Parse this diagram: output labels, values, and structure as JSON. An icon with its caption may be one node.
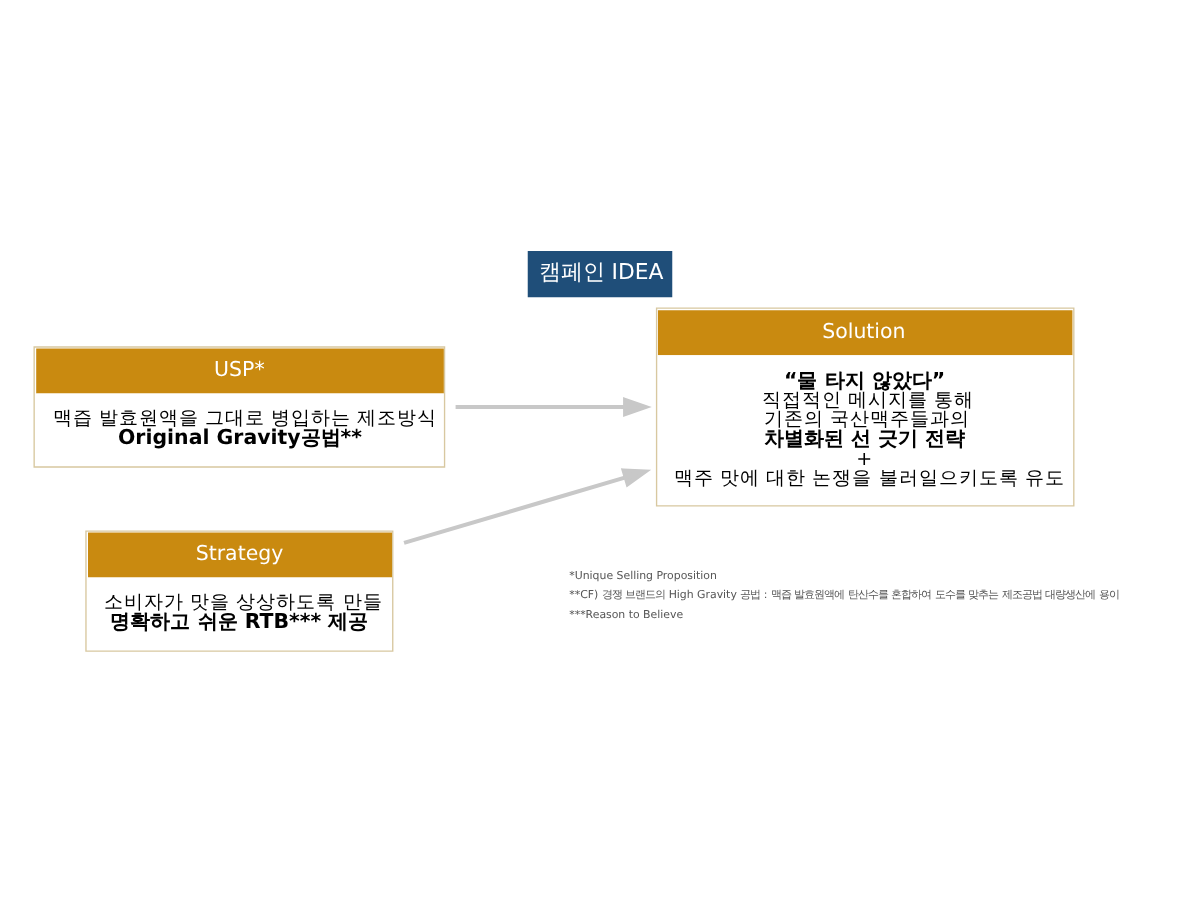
{
  "diagram": {
    "title": "캠페인 IDEA",
    "nodes": [
      {
        "text": [
          "USP*",
          "맥즙 발효원액을 그대로 병입하는 제조방식",
          "Original Gravity공법**"
        ]
      },
      {
        "text": [
          "Strategy",
          "소비자가 맛을 상상하도록 만들",
          "명확하고 쉬운 RTB*** 제공"
        ]
      },
      {
        "text": [
          "Solution",
          "“물 타지 않았다”",
          "직접적인 메시지를 통해",
          "기존의 국산맥주들과의",
          "차별화된 선 긋기 전략",
          "+",
          "맥주 맛에 대한 논쟁을 불러일으키도록 유도"
        ]
      }
    ],
    "edges": [
      {
        "from": 0,
        "to": 2,
        "arrow": "to"
      },
      {
        "from": 1,
        "to": 2,
        "arrow": "to"
      }
    ],
    "labels": [
      "*Unique Selling Proposition",
      "**CF) 경쟁 브랜드의 High Gravity 공법 : 맥즙 발효원액에 탄산수를 혼합하여 도수를 맞추는 제조공법 대량생산에 용이",
      "***Reason to Believe"
    ]
  }
}
